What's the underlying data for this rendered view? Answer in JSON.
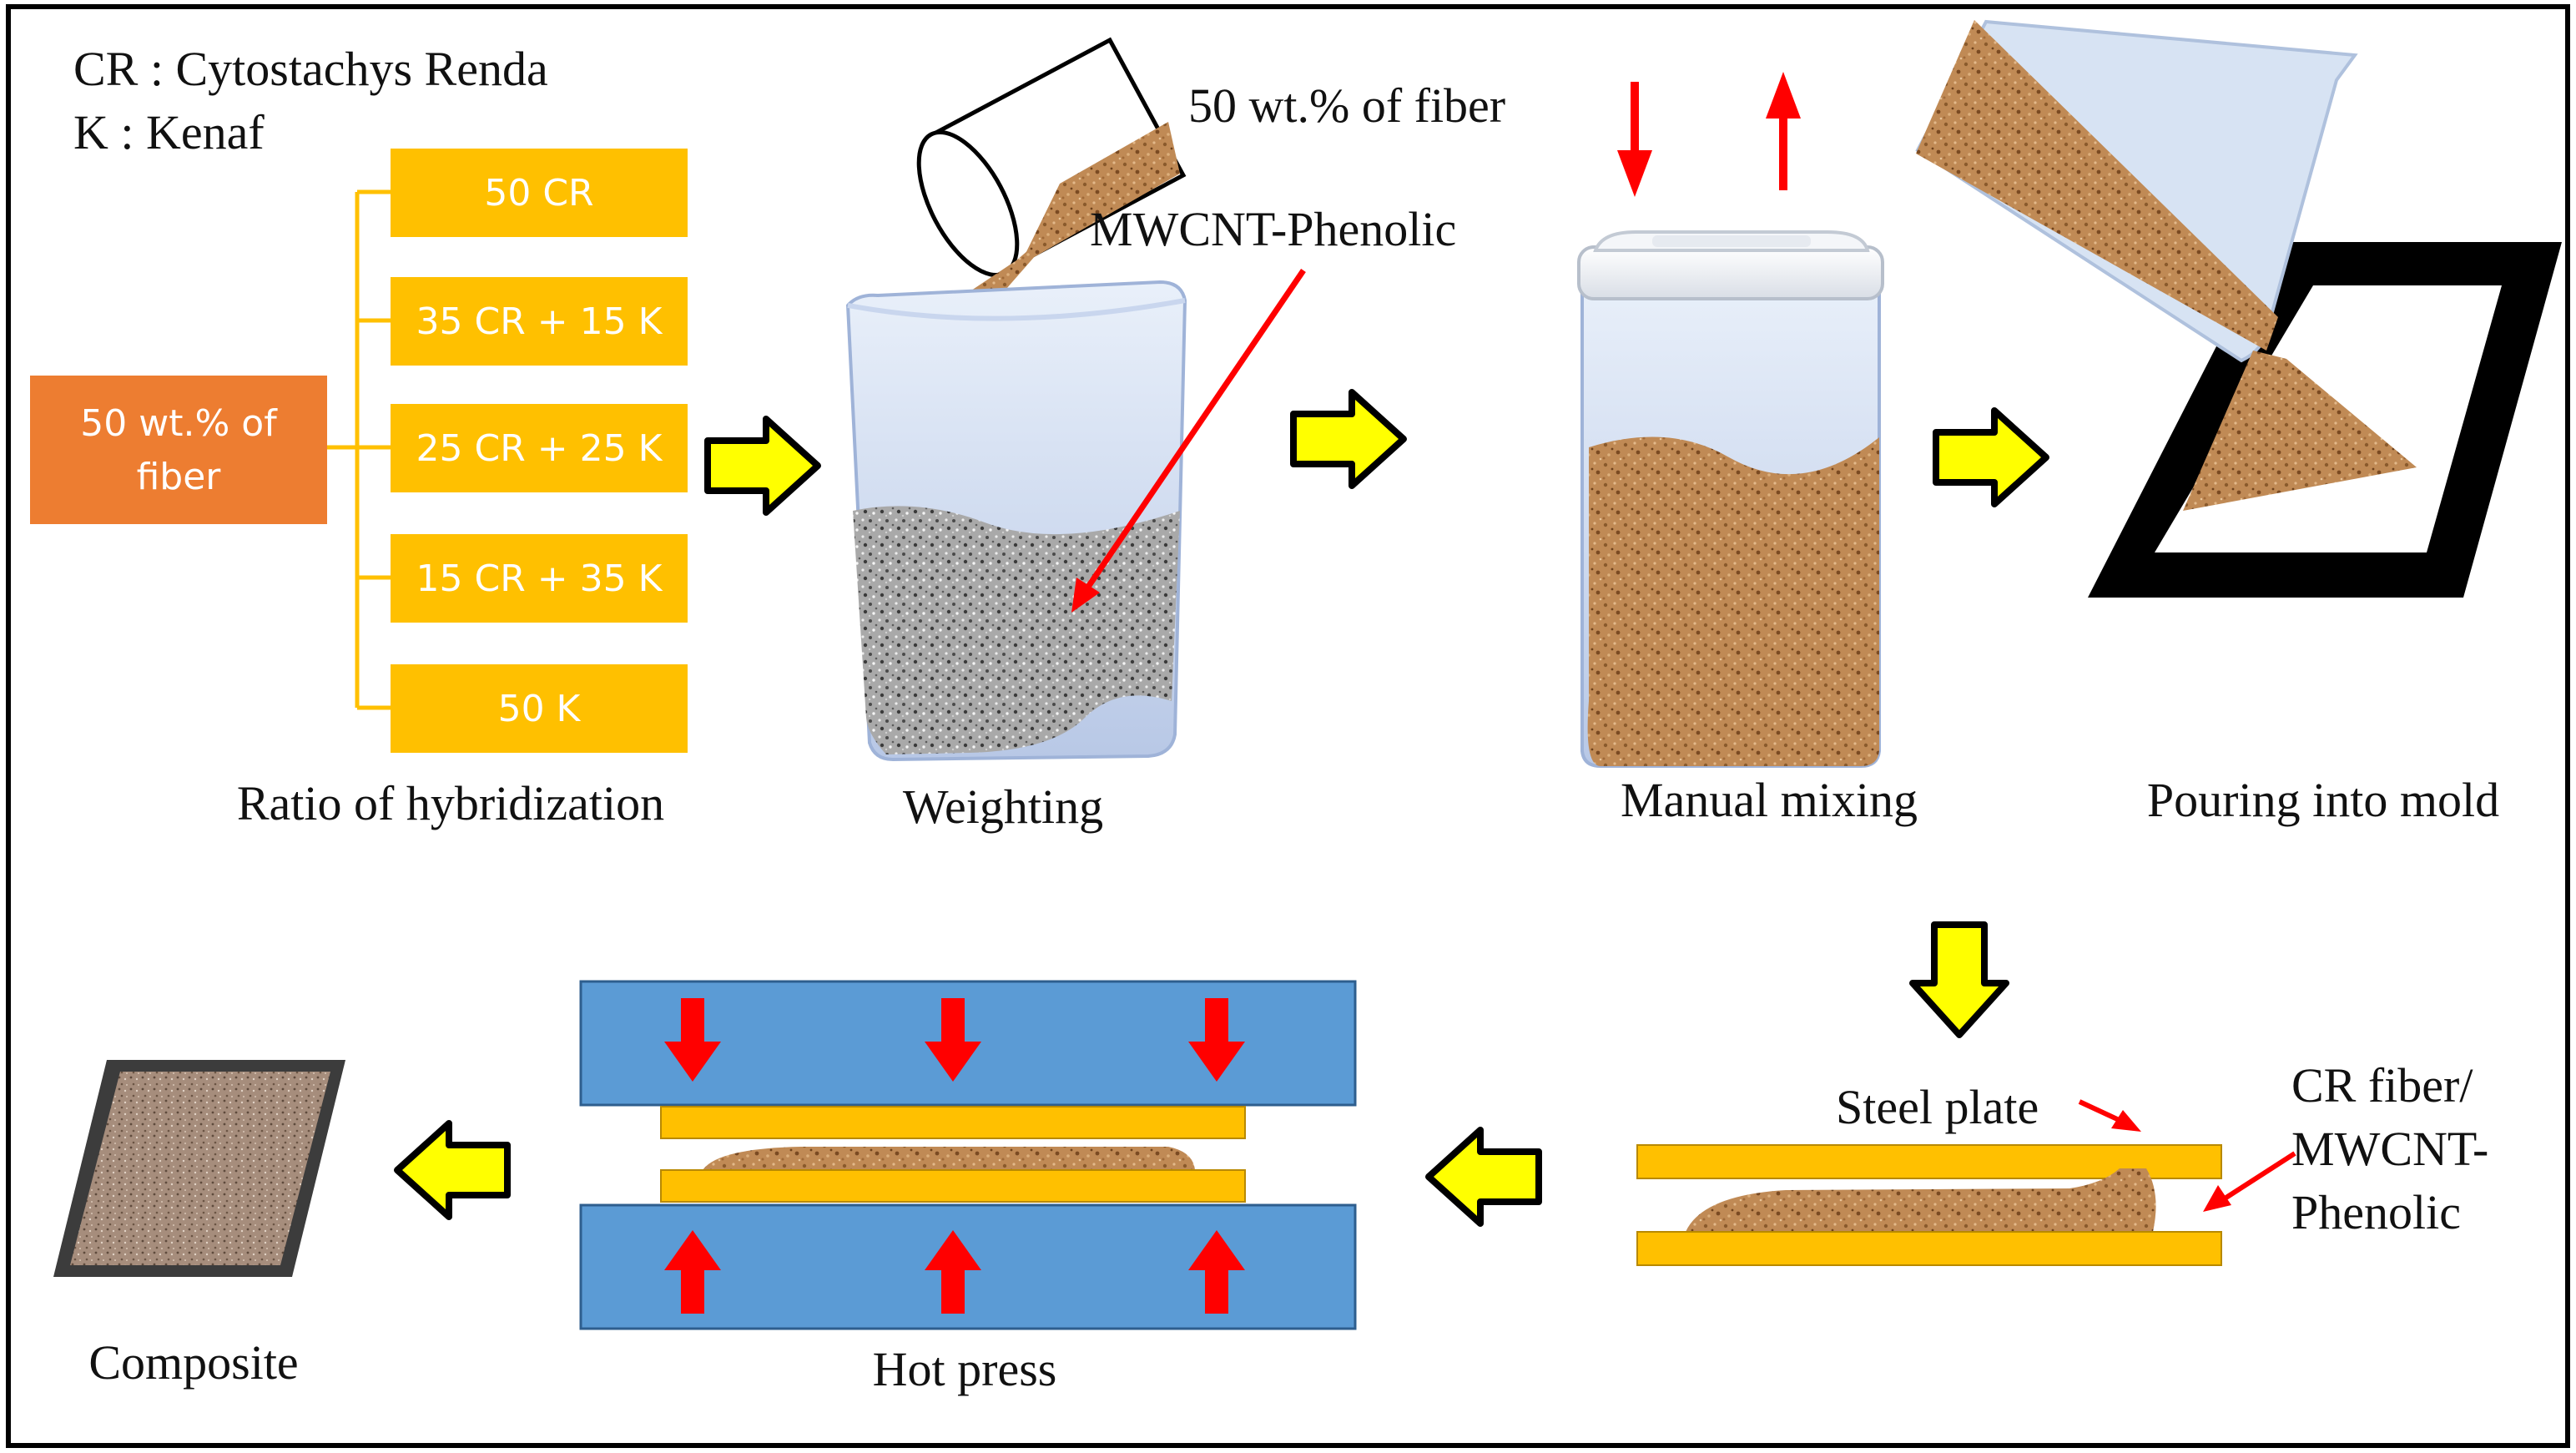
{
  "legend": {
    "line1": "CR : Cytostachys Renda",
    "line2": "K   : Kenaf"
  },
  "fiber_box": {
    "line1": "50 wt.% of",
    "line2": "fiber"
  },
  "ratios": [
    "50 CR",
    "35 CR + 15 K",
    "25 CR + 25 K",
    "15 CR + 35 K",
    "50 K"
  ],
  "stages": {
    "ratio_label": "Ratio of hybridization",
    "weighting": "Weighting",
    "manual_mixing": "Manual mixing",
    "pouring": "Pouring into mold",
    "hot_press": "Hot press",
    "composite": "Composite"
  },
  "annotations": {
    "fiber_pour": "50 wt.% of fiber",
    "mwcnt": "MWCNT-Phenolic",
    "steel_plate": "Steel plate",
    "cr_fiber_line1": "CR fiber/",
    "cr_fiber_line2": "MWCNT-",
    "cr_fiber_line3": "Phenolic"
  },
  "colors": {
    "ratio_box": "#FFC000",
    "fiber_box": "#ED7D31",
    "flow_arrow": "#FFFF00",
    "press_plate": "#5B9BD5",
    "steel_plate": "#FFC000",
    "force_arrow": "#FF0000"
  }
}
